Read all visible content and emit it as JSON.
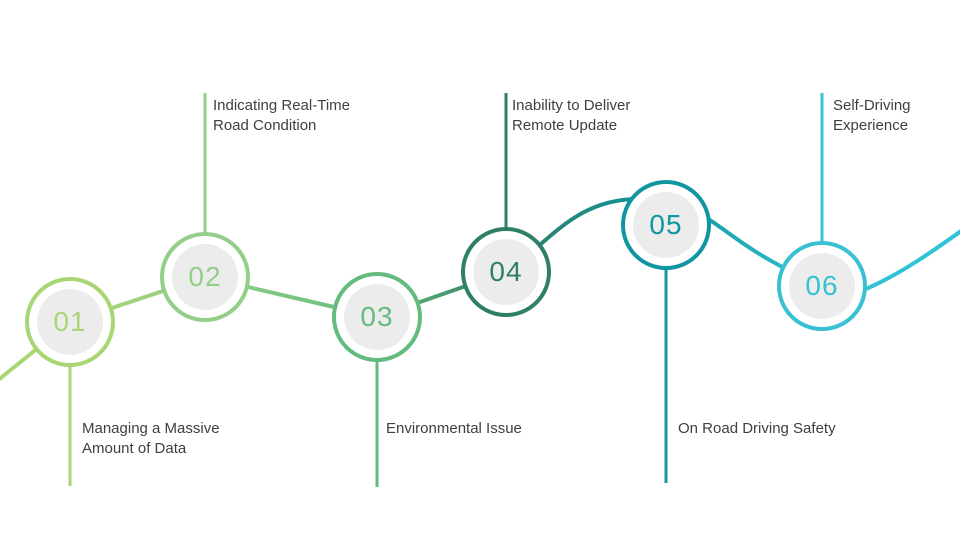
{
  "diagram": {
    "type": "timeline-roadmap-wave",
    "background": "#ffffff",
    "node_inner_fill": "#ececec",
    "label_text_color": "#3f3f3f",
    "tail_color": "#2bc3d8"
  },
  "steps": [
    {
      "number": "01",
      "color": "#a9d674",
      "label_position": "bottom",
      "lines": [
        "Managing a Massive",
        "Amount of Data"
      ]
    },
    {
      "number": "02",
      "color": "#93cf89",
      "label_position": "top",
      "lines": [
        "Indicating Real-Time",
        "Road Condition"
      ]
    },
    {
      "number": "03",
      "color": "#63bb7e",
      "label_position": "bottom",
      "lines": [
        "Environmental Issue"
      ]
    },
    {
      "number": "04",
      "color": "#2f7f68",
      "label_position": "top",
      "lines": [
        "Inability to Deliver",
        "Remote Update"
      ]
    },
    {
      "number": "05",
      "color": "#0f96a1",
      "label_position": "bottom",
      "lines": [
        "On Road Driving Safety"
      ]
    },
    {
      "number": "06",
      "color": "#38c1d3",
      "label_position": "top",
      "lines": [
        "Self-Driving",
        "Experience"
      ]
    }
  ]
}
